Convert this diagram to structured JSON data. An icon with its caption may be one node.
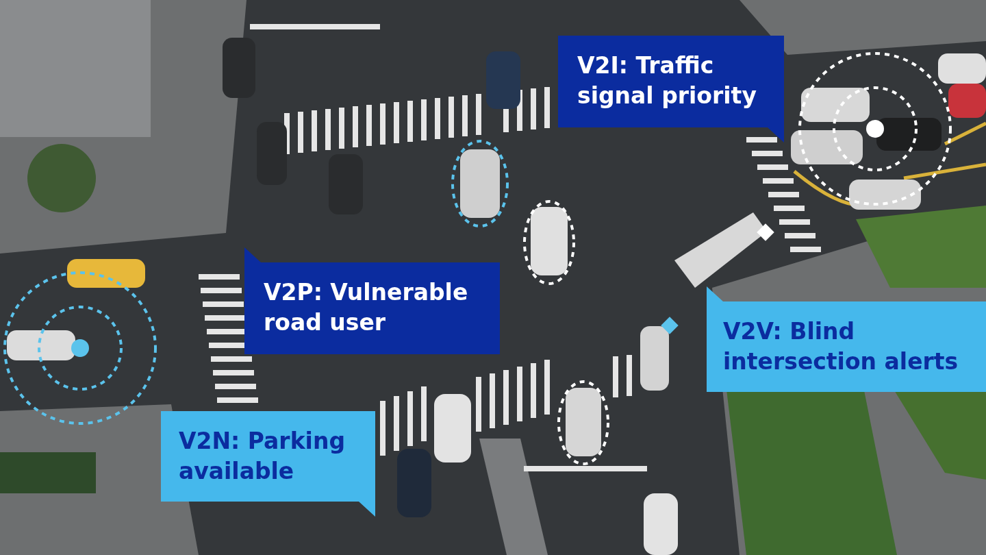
{
  "diagram": {
    "labels": [
      "V2I: Traffic signal priority",
      "V2P: Vulnerable road user",
      "V2V: Blind intersection alerts",
      "V2N: Parking available"
    ]
  }
}
